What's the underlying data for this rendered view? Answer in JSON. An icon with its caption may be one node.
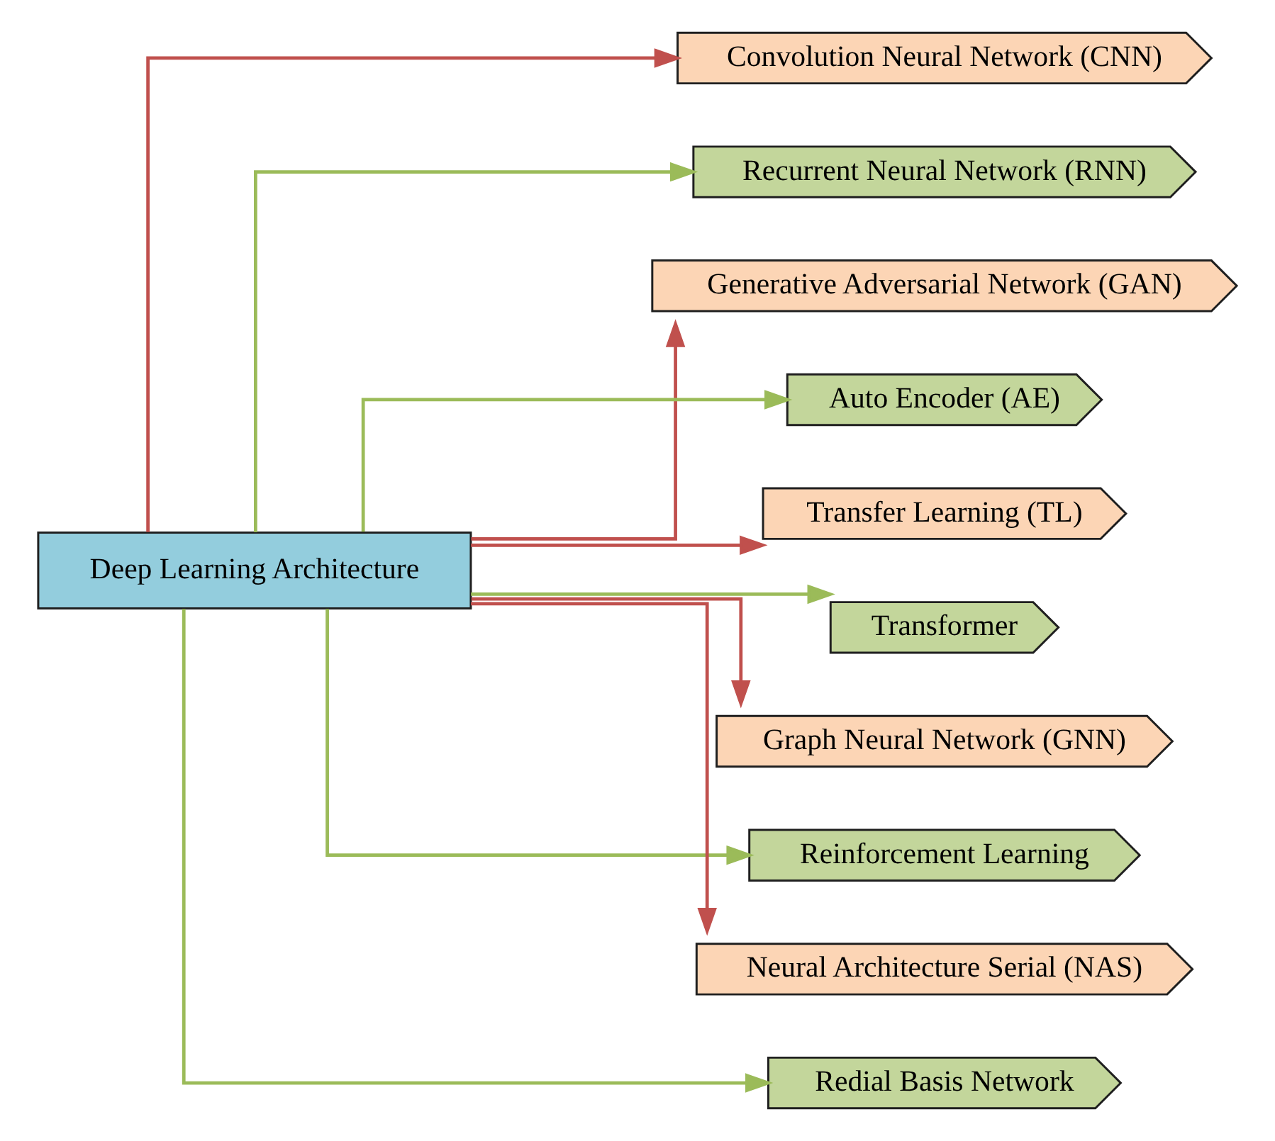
{
  "diagram": {
    "nodes": [
      {
        "text": [
          "Deep Learning Architecture"
        ]
      },
      {
        "text": [
          "Convolution Neural Network (CNN)"
        ]
      },
      {
        "text": [
          "Recurrent Neural Network (RNN)"
        ]
      },
      {
        "text": [
          "Generative Adversarial Network (GAN)"
        ]
      },
      {
        "text": [
          "Auto Encoder (AE)"
        ]
      },
      {
        "text": [
          "Transfer Learning (TL)"
        ]
      },
      {
        "text": [
          "Transformer"
        ]
      },
      {
        "text": [
          "Graph Neural Network (GNN)"
        ]
      },
      {
        "text": [
          "Reinforcement Learning"
        ]
      },
      {
        "text": [
          "Neural Architecture Serial (NAS)"
        ]
      },
      {
        "text": [
          "Redial Basis Network"
        ]
      }
    ],
    "edges": [
      {
        "from": 0,
        "to": 1,
        "arrow": "to",
        "color": "#c0504d"
      },
      {
        "from": 0,
        "to": 2,
        "arrow": "to",
        "color": "#9bbb59"
      },
      {
        "from": 0,
        "to": 3,
        "arrow": "to",
        "color": "#c0504d"
      },
      {
        "from": 0,
        "to": 4,
        "arrow": "to",
        "color": "#9bbb59"
      },
      {
        "from": 0,
        "to": 5,
        "arrow": "to",
        "color": "#c0504d"
      },
      {
        "from": 0,
        "to": 6,
        "arrow": "to",
        "color": "#9bbb59"
      },
      {
        "from": 0,
        "to": 7,
        "arrow": "to",
        "color": "#c0504d"
      },
      {
        "from": 0,
        "to": 8,
        "arrow": "to",
        "color": "#9bbb59"
      },
      {
        "from": 0,
        "to": 9,
        "arrow": "to",
        "color": "#c0504d"
      },
      {
        "from": 0,
        "to": 10,
        "arrow": "to",
        "color": "#9bbb59"
      }
    ]
  }
}
